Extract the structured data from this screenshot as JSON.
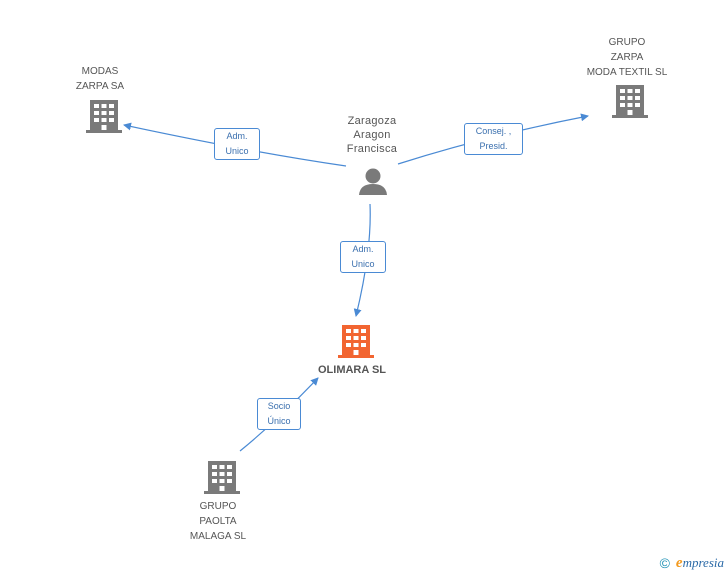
{
  "nodes": {
    "modas": {
      "lines": [
        "MODAS",
        "ZARPA SA"
      ]
    },
    "grupo_zarpa": {
      "lines": [
        "GRUPO",
        "ZARPA",
        "MODA TEXTIL SL"
      ]
    },
    "person": {
      "lines": [
        "Zaragoza",
        "Aragon",
        "Francisca"
      ]
    },
    "olimara": {
      "label": "OLIMARA SL"
    },
    "paolta": {
      "lines": [
        "GRUPO",
        "PAOLTA",
        "MALAGA SL"
      ]
    }
  },
  "edges": {
    "to_modas": {
      "lines": [
        "Adm.",
        "Unico"
      ]
    },
    "to_grupo_zarpa": {
      "lines": [
        "Consej. ,",
        "Presid."
      ]
    },
    "to_olimara": {
      "lines": [
        "Adm.",
        "Unico"
      ]
    },
    "paolta_to_olimara": {
      "lines": [
        "Socio",
        "Único"
      ]
    }
  },
  "colors": {
    "building_gray": "#7a7a7a",
    "building_main": "#f26531",
    "edge_blue": "#4a8ad4",
    "person_gray": "#7a7a7a"
  },
  "footer": {
    "copyright_symbol": "©",
    "brand_initial": "e",
    "brand_rest": "mpresia"
  }
}
